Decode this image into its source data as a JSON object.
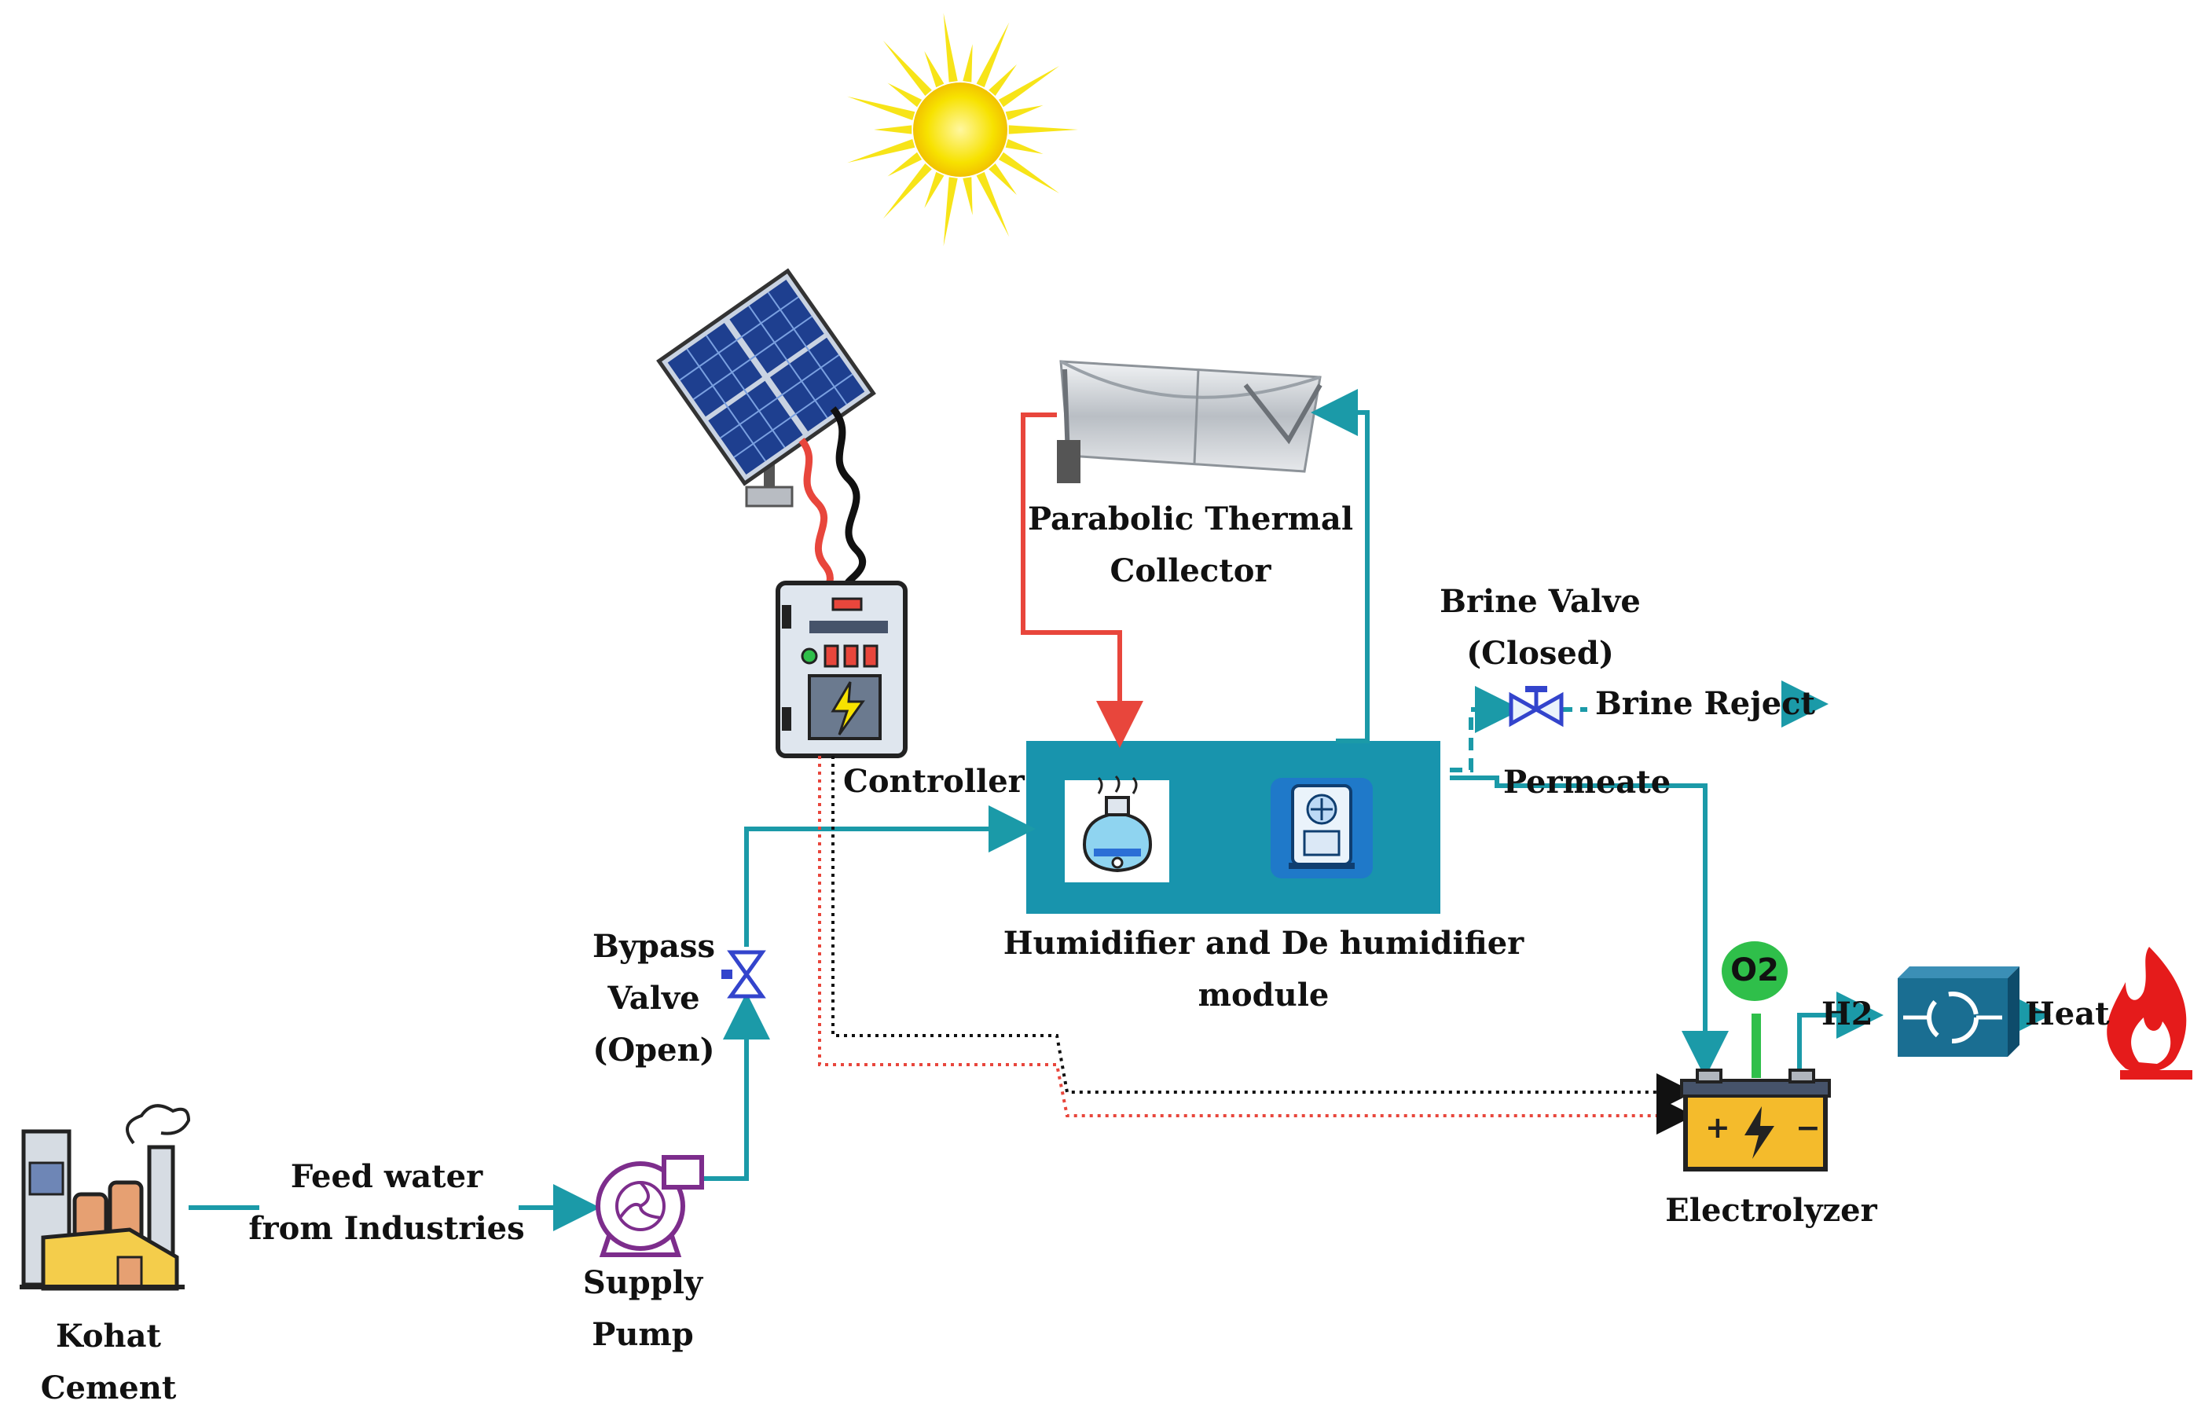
{
  "labels": {
    "parabolic_line1": "Parabolic Thermal",
    "parabolic_line2": "Collector",
    "controller": "Controller",
    "brine_valve_line1": "Brine Valve",
    "brine_valve_line2": "(Closed)",
    "brine_reject": "Brine Reject",
    "permeate": "Permeate",
    "module_line1": "Humidifier and De humidifier",
    "module_line2": "module",
    "bypass_line1": "Bypass",
    "bypass_line2": "Valve",
    "bypass_line3": "(Open)",
    "feed_line1": "Feed water",
    "feed_line2": "from Industries",
    "supply_line1": "Supply",
    "supply_line2": "Pump",
    "kohat_line1": "Kohat",
    "kohat_line2": "Cement",
    "electrolyzer": "Electrolyzer",
    "o2": "O2",
    "h2": "H2",
    "heat": "Heat"
  },
  "colors": {
    "water_flow": "#1b9aa8",
    "hot_flow": "#e8463c",
    "module_fill": "#1894ad",
    "signal_black": "#111111",
    "signal_red": "#e8463c",
    "o2_green": "#2fbf4a",
    "heat_exchanger": "#1a6e92",
    "flame": "#e51b1b",
    "sun": "#f7e200"
  },
  "icons": [
    "sun-icon",
    "solar-panel-icon",
    "parabolic-collector-icon",
    "controller-panel-icon",
    "humidifier-icon",
    "dehumidifier-icon",
    "valve-icon",
    "pump-icon",
    "factory-icon",
    "battery-icon",
    "heat-exchanger-icon",
    "flame-icon"
  ]
}
